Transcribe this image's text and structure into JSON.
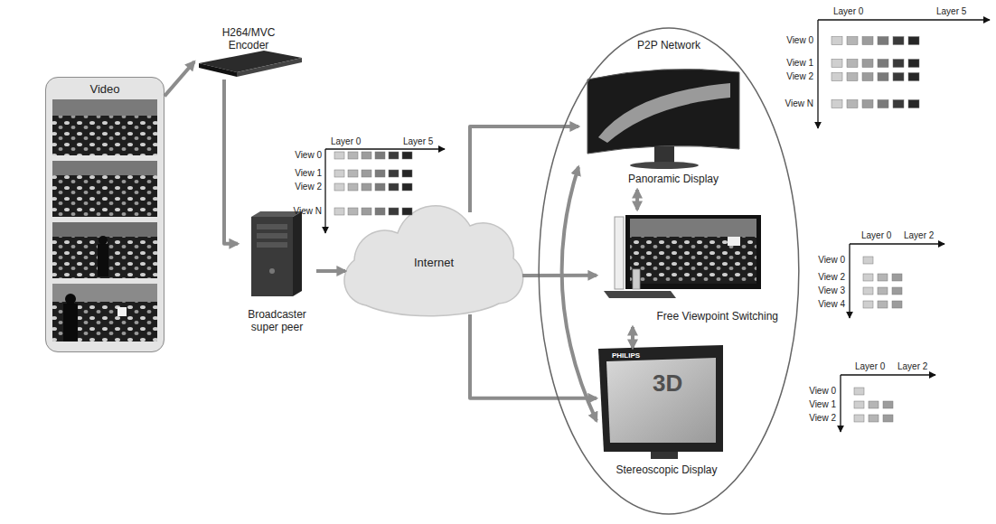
{
  "diagram": {
    "nodes": [
      {
        "text": [
          "Video"
        ]
      },
      {
        "text": [
          "H264/MVC Encoder"
        ]
      },
      {
        "text": [
          "Broadcaster super peer"
        ]
      },
      {
        "text": [
          "Internet"
        ]
      },
      {
        "text": [
          "P2P Network"
        ]
      },
      {
        "text": [
          "Panoramic Display"
        ],
        "in": 4
      },
      {
        "text": [
          "Free Viewpoint Switching"
        ],
        "in": 4
      },
      {
        "text": [
          "Stereoscopic Display"
        ],
        "in": 4
      }
    ],
    "edges": [
      {
        "from": 0,
        "to": 1,
        "arrow": "to"
      },
      {
        "from": 1,
        "to": 2,
        "arrow": "to"
      },
      {
        "from": 2,
        "to": 3,
        "arrow": "to"
      },
      {
        "from": 3,
        "to": 5,
        "arrow": "to"
      },
      {
        "from": 3,
        "to": 6,
        "arrow": "to"
      },
      {
        "from": 3,
        "to": 7,
        "arrow": "to"
      },
      {
        "from": 5,
        "to": 6,
        "arrow": "both"
      },
      {
        "from": 5,
        "to": 7,
        "arrow": "both"
      },
      {
        "from": 6,
        "to": 7,
        "arrow": "both"
      }
    ],
    "labels": [
      "Layer 0",
      "Layer 5",
      "View 0",
      "View 1",
      "View 2",
      "View N",
      "Layer 0",
      "Layer 5",
      "View 0",
      "View 1",
      "View 2",
      "View N",
      "Layer 0",
      "Layer 2",
      "View 0",
      "View 2",
      "View 3",
      "View 4",
      "Layer 0",
      "Layer 2",
      "View 0",
      "View 1",
      "View 2",
      "PHILIPS",
      "3D"
    ]
  }
}
